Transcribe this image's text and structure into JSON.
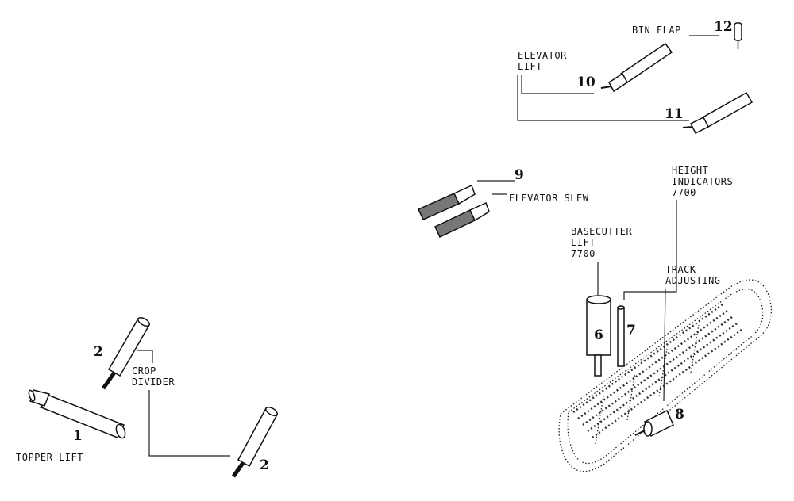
{
  "labels": {
    "bin_flap": "BIN FLAP",
    "elevator_lift_1": "ELEVATOR",
    "elevator_lift_2": "LIFT",
    "height_1": "HEIGHT",
    "height_2": "INDICATORS",
    "height_3": "7700",
    "elevator_slew": "ELEVATOR SLEW",
    "basecutter_1": "BASECUTTER",
    "basecutter_2": "LIFT",
    "basecutter_3": "7700",
    "track_1": "TRACK",
    "track_2": "ADJUSTING",
    "crop_1": "CROP",
    "crop_2": "DIVIDER",
    "topper_lift": "TOPPER LIFT"
  },
  "numbers": {
    "n1": "1",
    "n2a": "2",
    "n2b": "2",
    "n6": "6",
    "n7": "7",
    "n8": "8",
    "n9": "9",
    "n10": "10",
    "n11": "11",
    "n12": "12"
  }
}
